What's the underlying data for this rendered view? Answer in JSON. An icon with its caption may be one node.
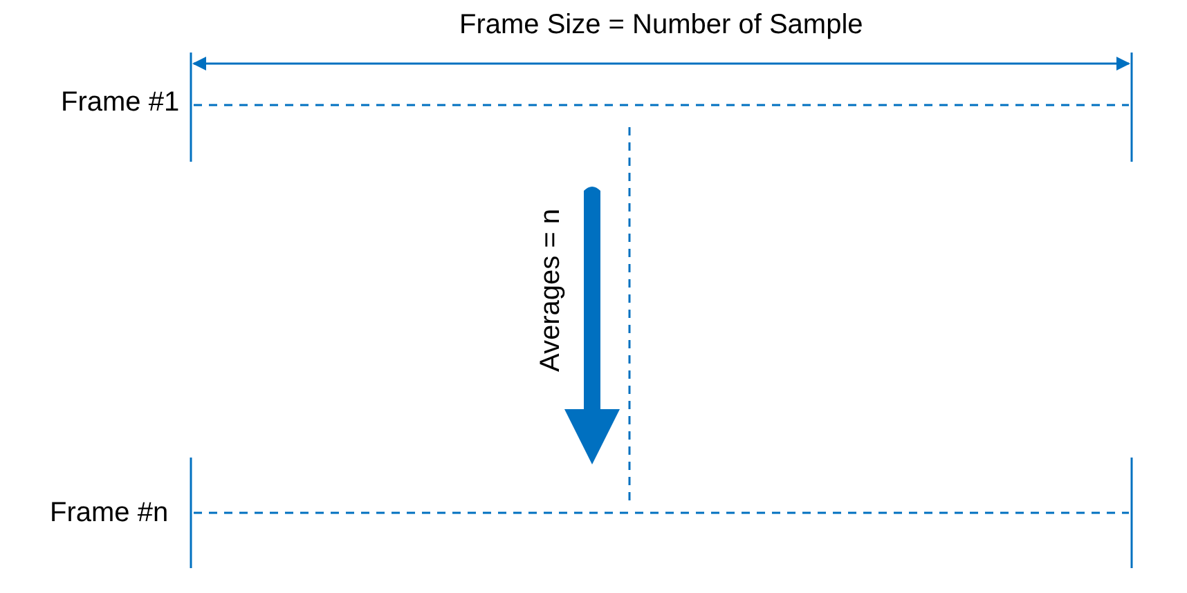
{
  "diagram": {
    "labels": [
      "Frame Size = Number of Sample",
      "Frame #1",
      "Averages = n",
      "Frame #n"
    ]
  }
}
